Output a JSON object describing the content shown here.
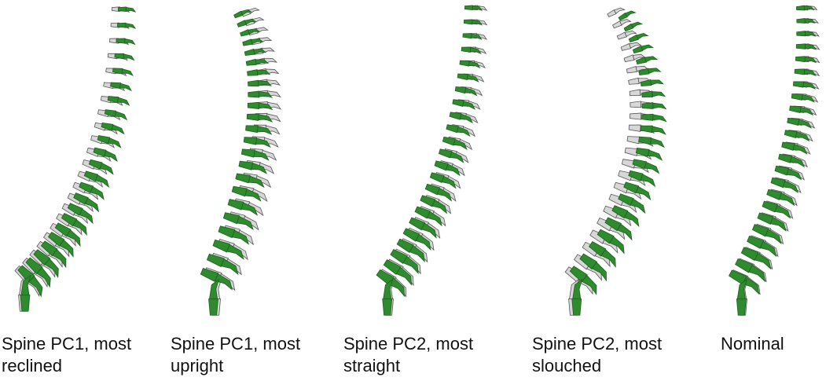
{
  "colors": {
    "green_fill": "#2e8b2e",
    "green_dark": "#1f5f1f",
    "gray_fill": "#d7d7d7",
    "gray_edge": "#555555",
    "text": "#111111"
  },
  "panels": [
    {
      "caption_line1": "Spine PC1, most",
      "caption_line2": "reclined"
    },
    {
      "caption_line1": "Spine PC1, most",
      "caption_line2": "upright"
    },
    {
      "caption_line1": "Spine PC2, most",
      "caption_line2": "straight"
    },
    {
      "caption_line1": "Spine PC2, most",
      "caption_line2": "slouched"
    },
    {
      "caption_line1": "Nominal",
      "caption_line2": ""
    }
  ]
}
